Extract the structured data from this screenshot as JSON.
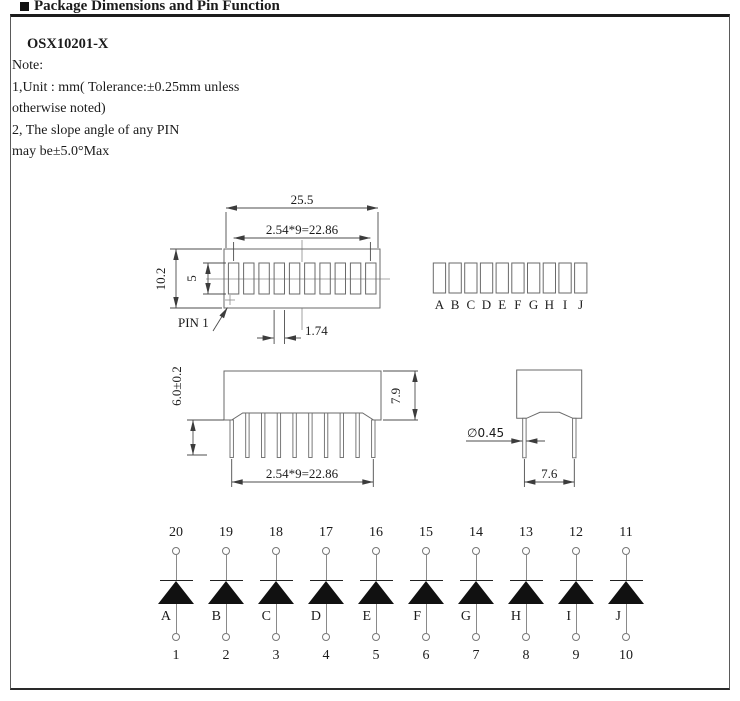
{
  "header": {
    "title": "Package Dimensions and Pin Function"
  },
  "panel": {
    "part_number": "OSX10201-X",
    "note_label": "Note:",
    "notes": [
      "1,Unit : mm( Tolerance:±0.25mm unless",
      "otherwise noted)",
      "2, The slope angle of any PIN",
      "may be±5.0°Max"
    ]
  },
  "top_view": {
    "dim_overall_width": "25.5",
    "dim_pin_pitch": "2.54*9=22.86",
    "dim_overall_height": "10.2",
    "dim_window_height": "5",
    "dim_window_width": "1.74",
    "pin1_label": "PIN 1"
  },
  "segment_labels": [
    "A",
    "B",
    "C",
    "D",
    "E",
    "F",
    "G",
    "H",
    "I",
    "J"
  ],
  "front_view": {
    "dim_lead_length": "6.0±0.2",
    "dim_body_height": "7.9",
    "dim_pin_pitch": "2.54*9=22.86"
  },
  "end_view": {
    "dim_lead_diameter": "∅0.45",
    "dim_row_spacing": "7.6"
  },
  "schematic": {
    "leds": [
      {
        "letter": "A",
        "top_pin": "20",
        "bottom_pin": "1"
      },
      {
        "letter": "B",
        "top_pin": "19",
        "bottom_pin": "2"
      },
      {
        "letter": "C",
        "top_pin": "18",
        "bottom_pin": "3"
      },
      {
        "letter": "D",
        "top_pin": "17",
        "bottom_pin": "4"
      },
      {
        "letter": "E",
        "top_pin": "16",
        "bottom_pin": "5"
      },
      {
        "letter": "F",
        "top_pin": "15",
        "bottom_pin": "6"
      },
      {
        "letter": "G",
        "top_pin": "14",
        "bottom_pin": "7"
      },
      {
        "letter": "H",
        "top_pin": "13",
        "bottom_pin": "8"
      },
      {
        "letter": "I",
        "top_pin": "12",
        "bottom_pin": "9"
      },
      {
        "letter": "J",
        "top_pin": "11",
        "bottom_pin": "10"
      }
    ]
  }
}
